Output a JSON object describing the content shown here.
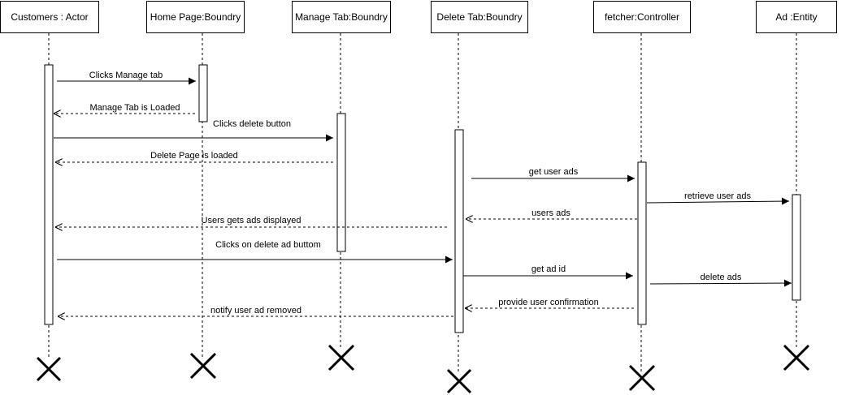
{
  "diagram": {
    "lifelines": [
      {
        "id": "customers",
        "label": "Customers : Actor"
      },
      {
        "id": "home",
        "label": "Home Page:Boundry"
      },
      {
        "id": "manage",
        "label": "Manage Tab:Boundry"
      },
      {
        "id": "delete",
        "label": "Delete Tab:Boundry"
      },
      {
        "id": "fetcher",
        "label": "fetcher:Controller"
      },
      {
        "id": "ad",
        "label": "Ad :Entity"
      }
    ],
    "messages": [
      {
        "id": "m1",
        "label": "Clicks Manage tab",
        "from": "customers",
        "to": "home",
        "kind": "sync"
      },
      {
        "id": "m2",
        "label": "Manage Tab is Loaded",
        "from": "home",
        "to": "customers",
        "kind": "return"
      },
      {
        "id": "m3",
        "label": "Clicks delete button",
        "from": "customers",
        "to": "manage",
        "kind": "sync"
      },
      {
        "id": "m4",
        "label": "Delete Page is loaded",
        "from": "manage",
        "to": "customers",
        "kind": "return"
      },
      {
        "id": "m5",
        "label": "get user ads",
        "from": "delete",
        "to": "fetcher",
        "kind": "sync"
      },
      {
        "id": "m6",
        "label": "retrieve user ads",
        "from": "fetcher",
        "to": "ad",
        "kind": "sync"
      },
      {
        "id": "m7",
        "label": "users ads",
        "from": "fetcher",
        "to": "delete",
        "kind": "return"
      },
      {
        "id": "m8",
        "label": "Users gets ads displayed",
        "from": "delete",
        "to": "customers",
        "kind": "return"
      },
      {
        "id": "m9",
        "label": "Clicks on delete ad buttom",
        "from": "customers",
        "to": "delete",
        "kind": "sync"
      },
      {
        "id": "m10",
        "label": "get ad id",
        "from": "delete",
        "to": "fetcher",
        "kind": "sync"
      },
      {
        "id": "m11",
        "label": "delete ads",
        "from": "fetcher",
        "to": "ad",
        "kind": "sync"
      },
      {
        "id": "m12",
        "label": "provide user confirmation",
        "from": "fetcher",
        "to": "delete",
        "kind": "return"
      },
      {
        "id": "m13",
        "label": "notify user ad removed",
        "from": "delete",
        "to": "customers",
        "kind": "return"
      }
    ]
  }
}
